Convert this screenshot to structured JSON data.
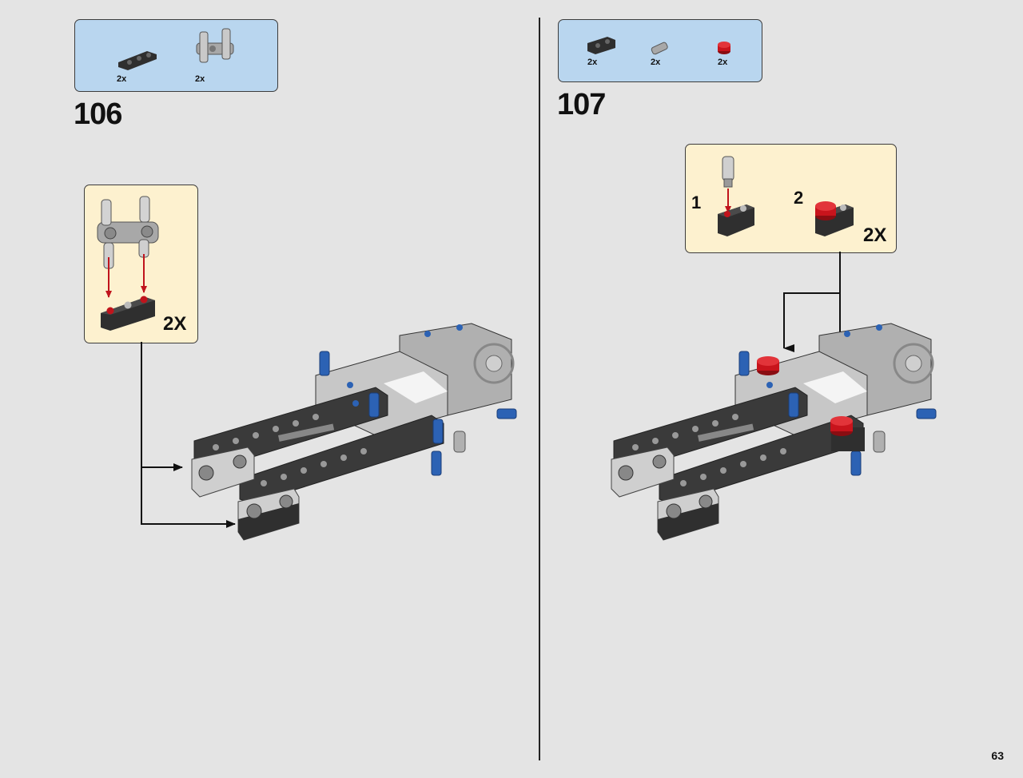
{
  "page_number": "63",
  "steps": [
    {
      "number": "106",
      "parts": [
        {
          "icon": "black-beam-3-icon",
          "qty": "2x"
        },
        {
          "icon": "grey-double-connector-icon",
          "qty": "2x"
        }
      ],
      "callout": {
        "multiplier": "2X"
      }
    },
    {
      "number": "107",
      "parts": [
        {
          "icon": "black-beam-2-icon",
          "qty": "2x"
        },
        {
          "icon": "grey-axle-pin-icon",
          "qty": "2x"
        },
        {
          "icon": "red-round-plate-icon",
          "qty": "2x"
        }
      ],
      "callout": {
        "substeps": [
          {
            "label": "1"
          },
          {
            "label": "2"
          }
        ],
        "multiplier": "2X"
      }
    }
  ],
  "colors": {
    "parts_box": "#b9d6ef",
    "callout": "#fdf1cf",
    "black_part": "#2f2f2f",
    "grey_part": "#a8a8a8",
    "blue_pin": "#2c62b4",
    "red_plate": "#c8141c",
    "arrow": "#c0141c"
  }
}
